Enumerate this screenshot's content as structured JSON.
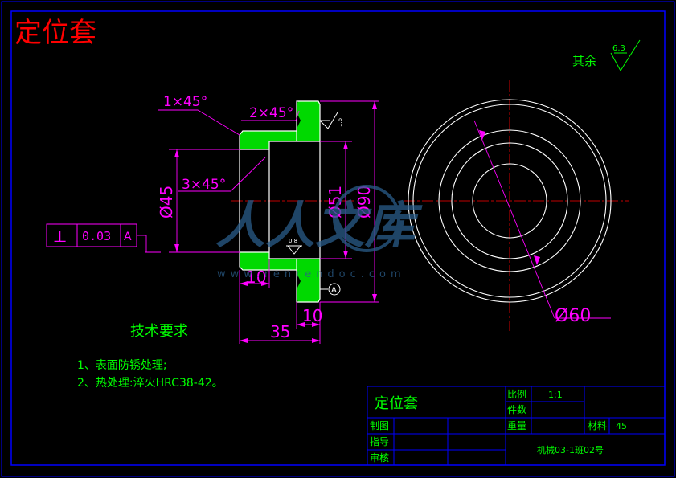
{
  "title": "定位套",
  "surface_finish": {
    "label": "其余",
    "value": "6.3"
  },
  "dimensions": {
    "chamfer_1": "1×45°",
    "chamfer_2": "2×45°",
    "chamfer_3": "3×45°",
    "dia_45": "Ø45",
    "dia_51": "Ø51",
    "dia_90": "Ø90",
    "dia_60": "Ø60",
    "len_10_a": "10",
    "len_10_b": "10",
    "len_35": "35",
    "roughness_top": "1.6",
    "roughness_inner": "0.8"
  },
  "tolerance_frame": {
    "symbol": "⊥",
    "value": "0.03",
    "datum": "A"
  },
  "datum_marker": "A",
  "tech_req": {
    "heading": "技术要求",
    "items": [
      "1、表面防锈处理;",
      "2、热处理:淬火HRC38-42。"
    ]
  },
  "title_block": {
    "part_name": "定位套",
    "scale_label": "比例",
    "scale_value": "1:1",
    "count_label": "件数",
    "weight_label": "重量",
    "material_label": "材料",
    "material_value": "45",
    "drawn_label": "制图",
    "guide_label": "指导",
    "review_label": "审核",
    "drawing_no": "机械03-1班02号"
  },
  "watermark": {
    "text": "人人文库",
    "url": "www.renrendoc.com"
  },
  "colors": {
    "frame": "#0000ff",
    "title_red": "#ff0000",
    "geometry_white": "#ffffff",
    "dimension_magenta": "#ff00ff",
    "text_green": "#00ff00",
    "centerline_red": "#ff0000",
    "hatch_green": "#00ff00",
    "watermark_blue": "#2a5d8a"
  }
}
